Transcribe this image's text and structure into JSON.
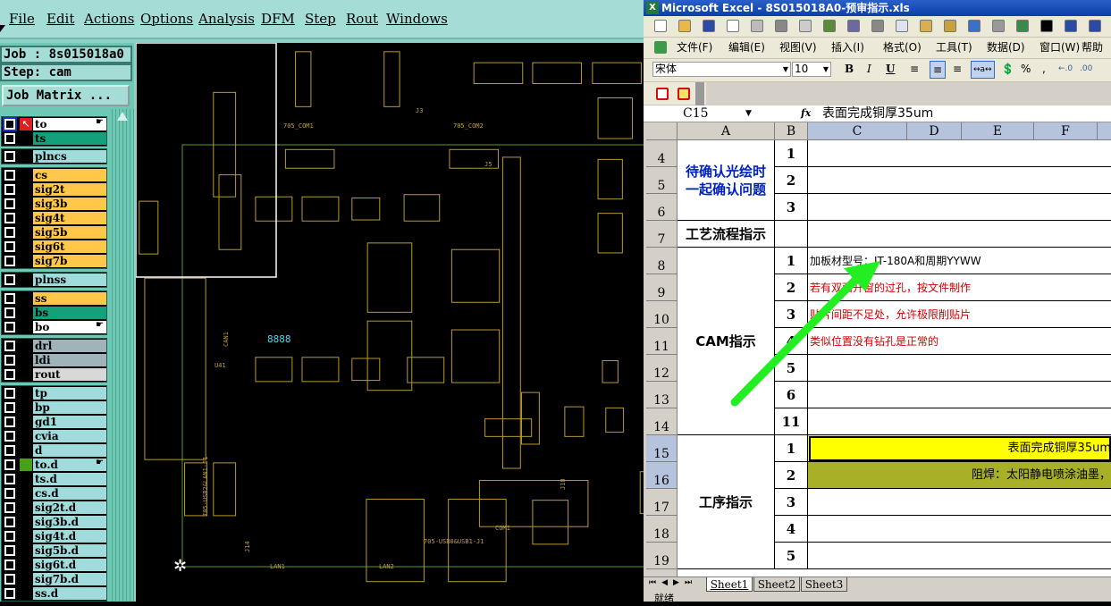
{
  "cam": {
    "menu": [
      "File",
      "Edit",
      "Actions",
      "Options",
      "Analysis",
      "DFM",
      "Step",
      "Rout",
      "Windows"
    ],
    "job": "Job : 8s015018a0",
    "step": "Step: cam",
    "job_matrix": "Job Matrix ...",
    "layer_groups": [
      [
        {
          "name": "to",
          "color": "#ffffff",
          "tag": "pointer",
          "hand": true
        },
        {
          "name": "ts",
          "color": "#14a07a"
        }
      ],
      [
        {
          "name": "plncs",
          "color": "#a0dcdc"
        }
      ],
      [
        {
          "name": "cs",
          "color": "#ffc84a"
        },
        {
          "name": "sig2t",
          "color": "#ffc84a"
        },
        {
          "name": "sig3b",
          "color": "#ffc84a"
        },
        {
          "name": "sig4t",
          "color": "#ffc84a"
        },
        {
          "name": "sig5b",
          "color": "#ffc84a"
        },
        {
          "name": "sig6t",
          "color": "#ffc84a"
        },
        {
          "name": "sig7b",
          "color": "#ffc84a"
        }
      ],
      [
        {
          "name": "plnss",
          "color": "#a0dcdc"
        }
      ],
      [
        {
          "name": "ss",
          "color": "#ffc84a"
        },
        {
          "name": "bs",
          "color": "#14a07a"
        },
        {
          "name": "bo",
          "color": "#ffffff",
          "hand": true
        }
      ],
      [
        {
          "name": "drl",
          "color": "#9fb3b8"
        },
        {
          "name": "ldi",
          "color": "#9fb3b8"
        },
        {
          "name": "rout",
          "color": "#d8d8d8"
        }
      ],
      [
        {
          "name": "tp",
          "color": "#a0dcdc"
        },
        {
          "name": "bp",
          "color": "#a0dcdc"
        },
        {
          "name": "gd1",
          "color": "#a0dcdc"
        },
        {
          "name": "cvia",
          "color": "#a0dcdc"
        },
        {
          "name": "d",
          "color": "#a0dcdc"
        },
        {
          "name": "to.d",
          "color": "#a0dcdc",
          "tag": "green",
          "hand": true
        },
        {
          "name": "ts.d",
          "color": "#a0dcdc"
        },
        {
          "name": "cs.d",
          "color": "#a0dcdc"
        },
        {
          "name": "sig2t.d",
          "color": "#a0dcdc"
        },
        {
          "name": "sig3b.d",
          "color": "#a0dcdc"
        },
        {
          "name": "sig4t.d",
          "color": "#a0dcdc"
        },
        {
          "name": "sig5b.d",
          "color": "#a0dcdc"
        },
        {
          "name": "sig6t.d",
          "color": "#a0dcdc"
        },
        {
          "name": "sig7b.d",
          "color": "#a0dcdc"
        },
        {
          "name": "ss.d",
          "color": "#a0dcdc"
        }
      ]
    ],
    "pcb_labels": [
      "705_COM1",
      "705_COM2",
      "8888",
      "U41",
      "CAN1",
      "J14",
      "LAN1",
      "LAN2",
      "COM1",
      "J10",
      "J5",
      "J3",
      "705-USB2&LAN1-J1",
      "705-USB0&USB1-J1"
    ]
  },
  "excel": {
    "title": "Microsoft Excel - 8S015018A0-预审指示.xls",
    "menu": [
      "文件(F)",
      "编辑(E)",
      "视图(V)",
      "插入(I)",
      "格式(O)",
      "工具(T)",
      "数据(D)",
      "窗口(W)",
      "帮助"
    ],
    "font_name": "宋体",
    "font_size": "10",
    "name_box": "C15",
    "fx": "fx",
    "formula": "表面完成铜厚35um",
    "columns": [
      "A",
      "B",
      "C",
      "D",
      "E",
      "F"
    ],
    "rows": [
      "4",
      "5",
      "6",
      "7",
      "8",
      "9",
      "10",
      "11",
      "12",
      "13",
      "14",
      "15",
      "16",
      "17",
      "18",
      "19"
    ],
    "a_confirm": "待确认光绘时一起确认问题",
    "a_process": "工艺流程指示",
    "a_cam": "CAM指示",
    "a_step": "工序指示",
    "b_values": [
      "1",
      "2",
      "3",
      "",
      "1",
      "2",
      "3",
      "4",
      "5",
      "6",
      "11",
      "1",
      "2",
      "3",
      "4",
      "5"
    ],
    "c_values": [
      "",
      "",
      "",
      "",
      "加板材型号：IT-180A和周期YYWW",
      "若有双面开窗的过孔，按文件制作",
      "贴片间距不足处，允许极限削贴片",
      "类似位置没有钻孔是正常的",
      "",
      "",
      "",
      "表面完成铜厚35um",
      "阻焊：太阳静电喷涂油墨，",
      "",
      "",
      ""
    ],
    "c_colors": [
      "#000",
      "#000",
      "#000",
      "#000",
      "#000",
      "#d00000",
      "#d00000",
      "#d00000",
      "#000",
      "#000",
      "#000",
      "#000",
      "#000",
      "#000",
      "#000",
      "#000"
    ],
    "c_fills": [
      "",
      "",
      "",
      "",
      "",
      "",
      "",
      "",
      "",
      "",
      "",
      "#ffff00",
      "#a8b028",
      "",
      "",
      ""
    ],
    "sheets": [
      "Sheet1",
      "Sheet2",
      "Sheet3"
    ],
    "status": "就绪"
  },
  "annotation": {
    "arrow_color": "#22ee22"
  }
}
